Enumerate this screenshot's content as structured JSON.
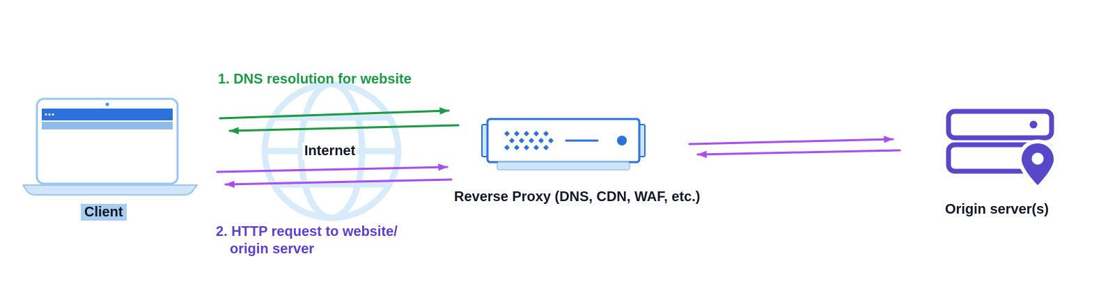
{
  "diagram": {
    "client": {
      "label": "Client"
    },
    "internet": {
      "label": "Internet"
    },
    "flows": {
      "dns": {
        "label": "1. DNS resolution for website"
      },
      "http": {
        "line1": "2. HTTP request to website/",
        "line2": "origin server"
      }
    },
    "reverse_proxy": {
      "label": "Reverse Proxy (DNS, CDN, WAF, etc.)"
    },
    "origin": {
      "label": "Origin server(s)"
    }
  },
  "icons": {
    "client": "laptop-icon",
    "internet": "globe-icon",
    "reverse_proxy": "server-appliance-icon",
    "origin": "server-stack-icon",
    "origin_marker": "location-pin-icon",
    "flow": "arrow-icon"
  },
  "colors": {
    "green": "#1a9a43",
    "purple-arrow": "#a94df2",
    "purple-text": "#5b3fd4",
    "blue": "#2b72dd",
    "blue-light": "#cfe6fa",
    "blue-mid": "#8fbcec",
    "blue-outline": "#9cc6ef",
    "indigo": "#5847c8",
    "globe": "#d7ebfa",
    "text-dark": "#121826",
    "client-highlight": "#a9cdf1"
  }
}
